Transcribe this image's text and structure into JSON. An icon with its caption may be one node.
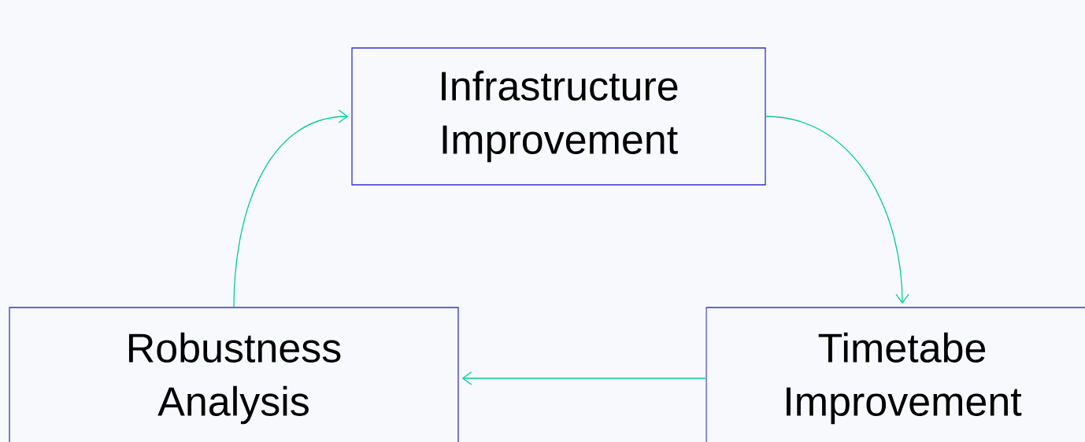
{
  "diagram": {
    "nodes": [
      {
        "text": [
          "Infrastructure Improvement"
        ]
      },
      {
        "text": [
          "Timetabe Improvement"
        ]
      },
      {
        "text": [
          "Robustness Analysis"
        ]
      }
    ],
    "edges": [
      {
        "from": 0,
        "to": 1,
        "arrow": "to"
      },
      {
        "from": 1,
        "to": 2,
        "arrow": "to"
      },
      {
        "from": 2,
        "to": 0,
        "arrow": "to"
      }
    ]
  }
}
